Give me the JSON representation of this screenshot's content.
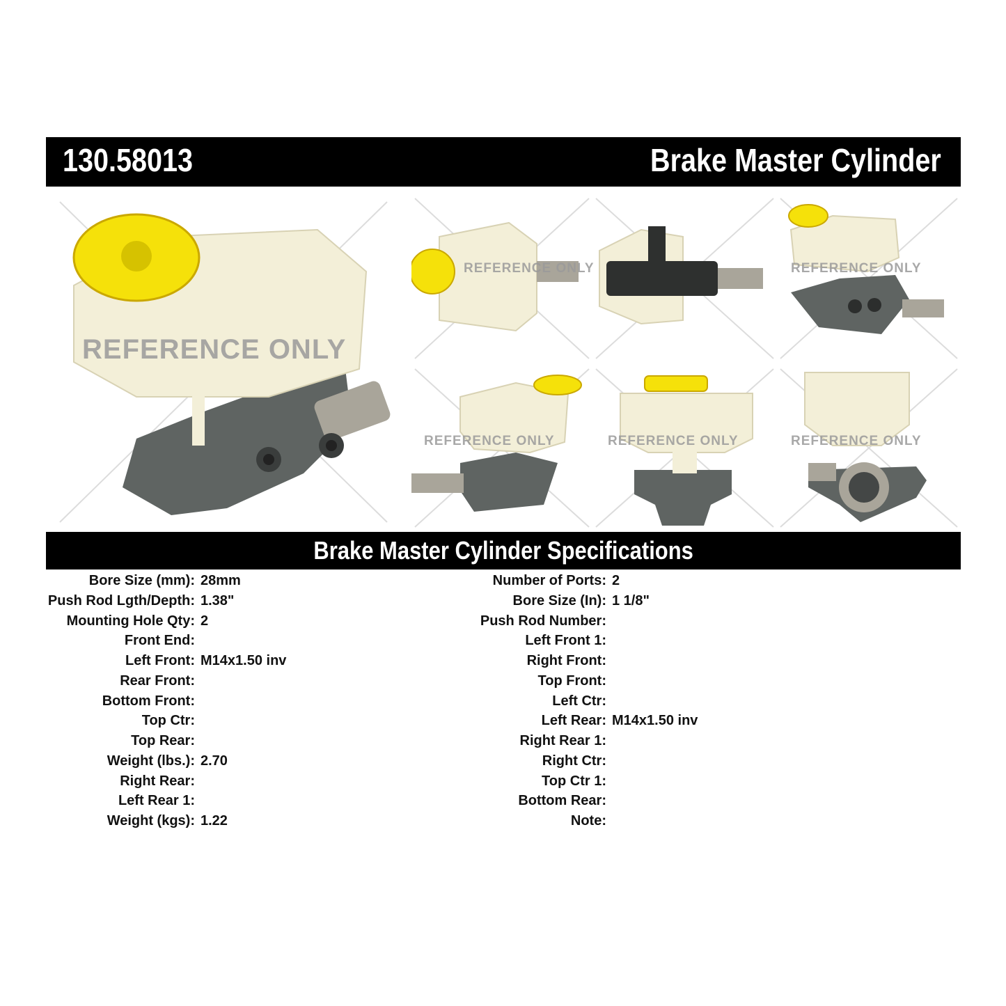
{
  "header": {
    "part_number": "130.58013",
    "product_title": "Brake Master Cylinder"
  },
  "watermark_text": "REFERENCE ONLY",
  "spec_section_title": "Brake Master Cylinder Specifications",
  "specs_left": [
    {
      "label": "Bore Size (mm):",
      "value": "28mm"
    },
    {
      "label": "Push Rod Lgth/Depth:",
      "value": "1.38\""
    },
    {
      "label": "Mounting Hole Qty:",
      "value": "2"
    },
    {
      "label": "Front End:",
      "value": ""
    },
    {
      "label": "Left Front:",
      "value": "M14x1.50 inv"
    },
    {
      "label": "Rear Front:",
      "value": ""
    },
    {
      "label": "Bottom Front:",
      "value": ""
    },
    {
      "label": "Top Ctr:",
      "value": ""
    },
    {
      "label": "Top Rear:",
      "value": ""
    },
    {
      "label": "Weight (lbs.):",
      "value": "2.70"
    },
    {
      "label": "Right Rear:",
      "value": ""
    },
    {
      "label": "Left Rear 1:",
      "value": ""
    },
    {
      "label": "Weight (kgs):",
      "value": "1.22"
    }
  ],
  "specs_right": [
    {
      "label": "Number of Ports:",
      "value": "2"
    },
    {
      "label": "Bore Size (In):",
      "value": "1 1/8\""
    },
    {
      "label": "Push Rod Number:",
      "value": ""
    },
    {
      "label": "Left Front 1:",
      "value": ""
    },
    {
      "label": "Right Front:",
      "value": ""
    },
    {
      "label": "Top Front:",
      "value": ""
    },
    {
      "label": "Left Ctr:",
      "value": ""
    },
    {
      "label": "Left Rear:",
      "value": "M14x1.50 inv"
    },
    {
      "label": "Right Rear 1:",
      "value": ""
    },
    {
      "label": "Right Ctr:",
      "value": ""
    },
    {
      "label": "Top Ctr 1:",
      "value": ""
    },
    {
      "label": "Bottom Rear:",
      "value": ""
    },
    {
      "label": "Note:",
      "value": ""
    }
  ],
  "colors": {
    "bar_background": "#000000",
    "bar_text": "#ffffff",
    "reservoir": "#f3efd8",
    "cap": "#f5e10a",
    "metal_body": "#5f6462",
    "piston": "#a9a59a"
  }
}
